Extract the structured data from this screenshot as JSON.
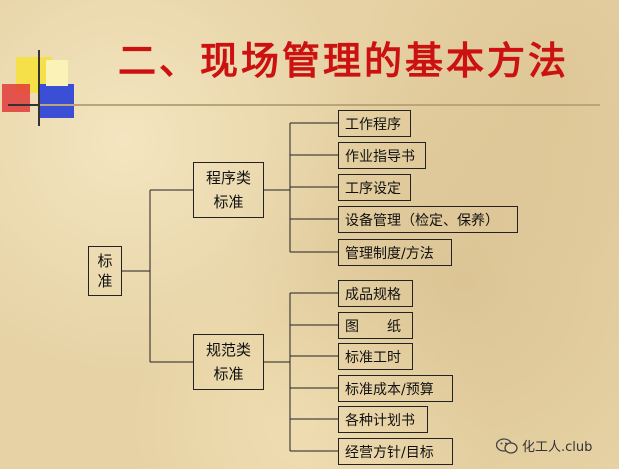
{
  "title": "二、现场管理的基本方法",
  "root": {
    "line1": "标",
    "line2": "准"
  },
  "procedure": {
    "line1": "程序类",
    "line2": "标准"
  },
  "spec": {
    "line1": "规范类",
    "line2": "标准"
  },
  "procedure_items": [
    "工作程序",
    "作业指导书",
    "工序设定",
    "设备管理（检定、保养）",
    "管理制度/方法"
  ],
  "spec_items": [
    "成品规格",
    "图　　纸",
    "标准工时",
    "标准成本/预算",
    "各种计划书",
    "经营方针/目标"
  ],
  "watermark": "化工人.club",
  "colors": {
    "title": "#cc1111",
    "background": "#e6d2a4",
    "deco_yellow": "#f5e04a",
    "deco_blue": "#3a4fd6",
    "deco_red": "#e23a3a"
  }
}
